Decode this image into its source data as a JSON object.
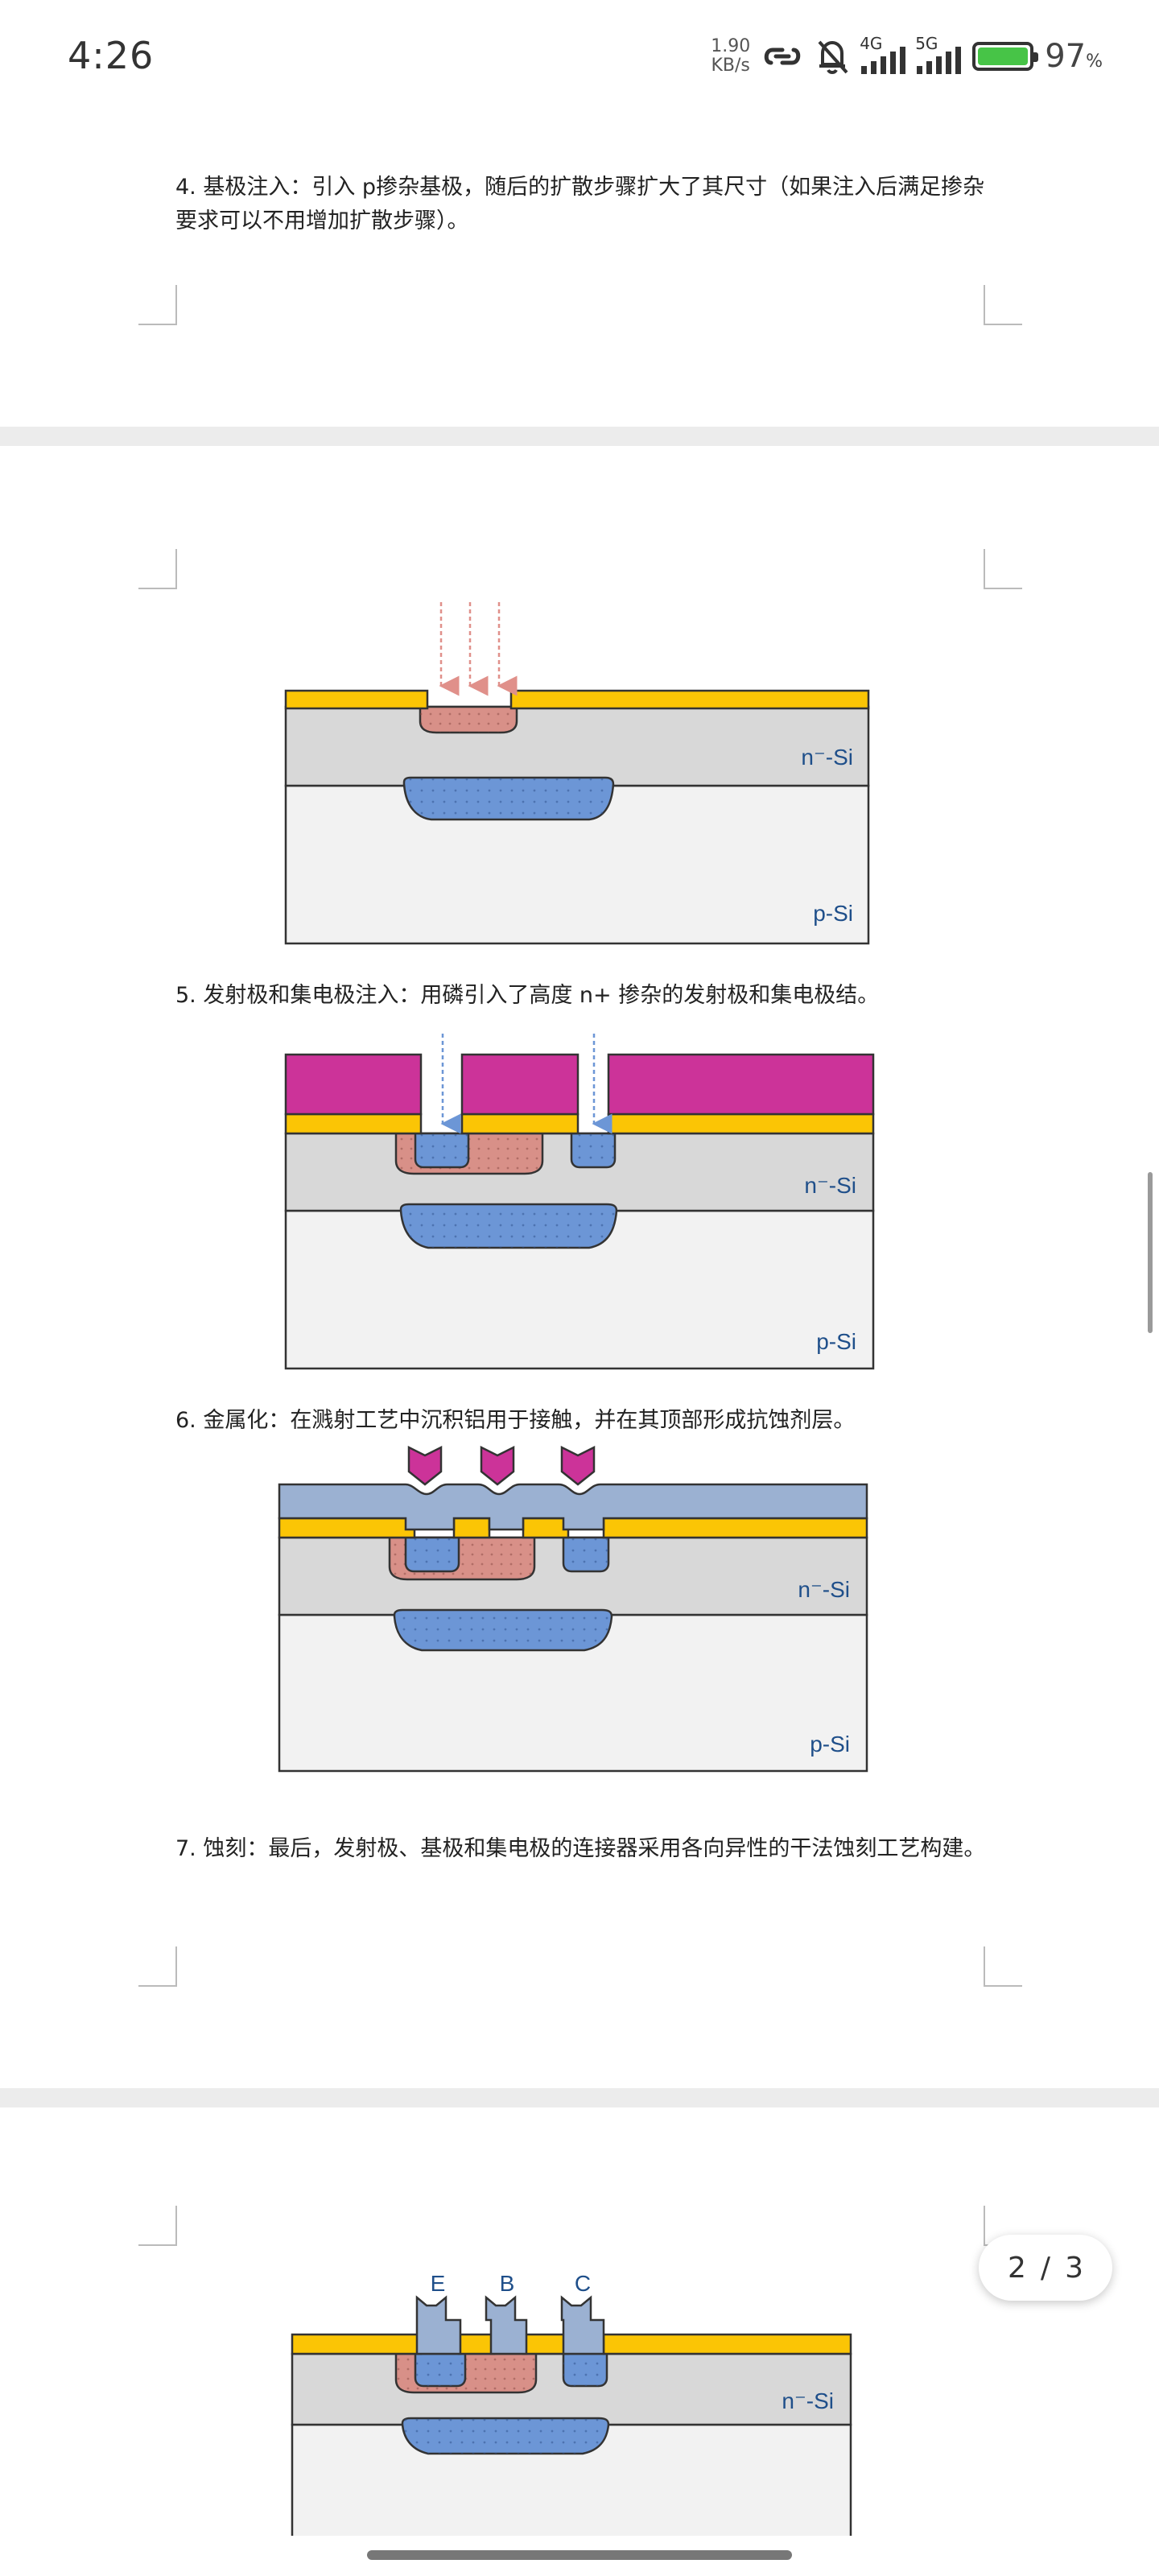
{
  "status_bar": {
    "time": "4:26",
    "net_speed_value": "1.90",
    "net_speed_unit": "KB/s",
    "signal1_label": "4G",
    "signal2_label": "5G",
    "battery_percent": "97",
    "battery_unit": "%"
  },
  "content": {
    "step4": "4. 基极注入：引入 p掺杂基极，随后的扩散步骤扩大了其尺寸（如果注入后满足掺杂要求可以不用增加扩散步骤）。",
    "step5": "5. 发射极和集电极注入：用磷引入了高度 n+ 掺杂的发射极和集电极结。",
    "step6": "6. 金属化：在溅射工艺中沉积铝用于接触，并在其顶部形成抗蚀剂层。",
    "step7": "7. 蚀刻：最后，发射极、基极和集电极的连接器采用各向异性的干法蚀刻工艺构建。"
  },
  "diagram_labels": {
    "n_si": "n⁻-Si",
    "p_si": "p-Si",
    "emitter": "E",
    "base": "B",
    "collector": "C"
  },
  "pager": {
    "current": "2",
    "separator": "/",
    "total": "3"
  },
  "colors": {
    "oxide": "#fbc505",
    "n_si": "#d8d8d8",
    "p_si": "#f2f2f2",
    "base_region": "#d89088",
    "n_plus": "#6c96d6",
    "resist": "#cc3399",
    "aluminium": "#9bb1d2"
  }
}
